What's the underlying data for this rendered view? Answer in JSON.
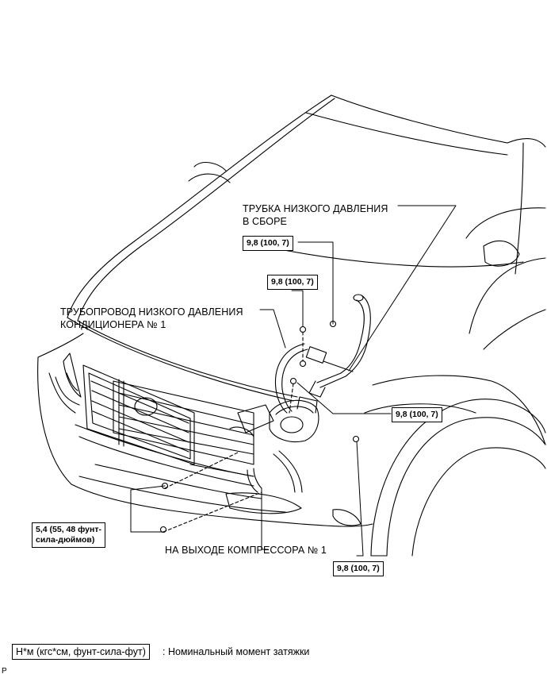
{
  "labels": {
    "low_pressure_tube_line1": "ТРУБКА НИЗКОГО ДАВЛЕНИЯ",
    "low_pressure_tube_line2": "В СБОРЕ",
    "ac_pipe_line1": "ТРУБОПРОВОД НИЗКОГО ДАВЛЕНИЯ",
    "ac_pipe_line2": "КОНДИЦИОНЕРА № 1",
    "compressor_outlet": "НА ВЫХОДЕ КОМПРЕССОРА № 1"
  },
  "torques": {
    "t1": "9,8 (100, 7)",
    "t2": "9,8 (100, 7)",
    "t3": "9,8 (100, 7)",
    "t4_line1": "5,4 (55, 48 фунт-",
    "t4_line2": "сила-дюймов)",
    "t5": "9,8 (100, 7)"
  },
  "legend": {
    "box": "Н*м (кгс*см, фунт-сила-фут)",
    "description": ": Номинальный момент затяжки"
  },
  "corner_code": "P"
}
